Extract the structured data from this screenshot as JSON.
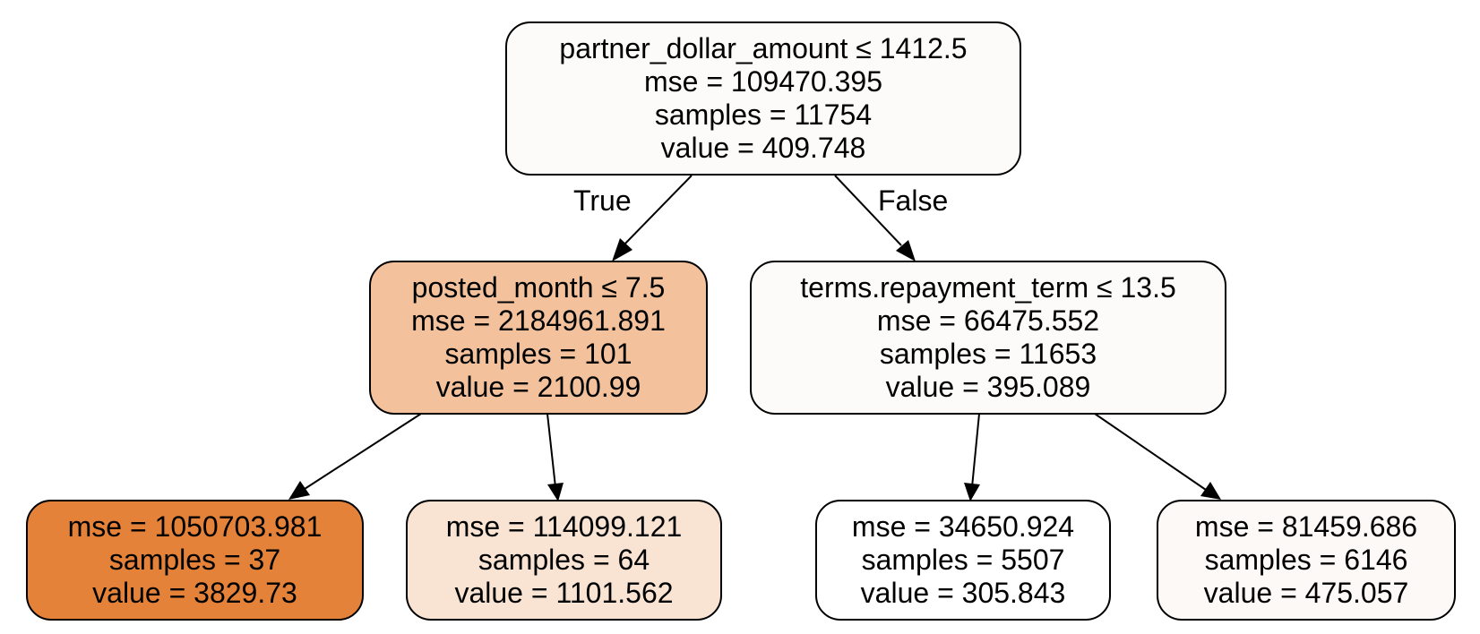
{
  "tree": {
    "nodes": {
      "root": {
        "split": "partner_dollar_amount ≤ 1412.5",
        "mse": "mse = 109470.395",
        "samples": "samples = 11754",
        "value": "value = 409.748",
        "fill": "#fdfbf9"
      },
      "left": {
        "split": "posted_month ≤ 7.5",
        "mse": "mse = 2184961.891",
        "samples": "samples = 101",
        "value": "value = 2100.99",
        "fill": "#f3c19c"
      },
      "right": {
        "split": "terms.repayment_term ≤ 13.5",
        "mse": "mse = 66475.552",
        "samples": "samples = 11653",
        "value": "value = 395.089",
        "fill": "#fdfbf9"
      },
      "ll": {
        "mse": "mse = 1050703.981",
        "samples": "samples = 37",
        "value": "value = 3829.73",
        "fill": "#e5823a"
      },
      "lr": {
        "mse": "mse = 114099.121",
        "samples": "samples = 64",
        "value": "value = 1101.562",
        "fill": "#f9e3d3"
      },
      "rl": {
        "mse": "mse = 34650.924",
        "samples": "samples = 5507",
        "value": "value = 305.843",
        "fill": "#ffffff"
      },
      "rr": {
        "mse": "mse = 81459.686",
        "samples": "samples = 6146",
        "value": "value = 475.057",
        "fill": "#fdf9f6"
      }
    },
    "edge_labels": {
      "true_label": "True",
      "false_label": "False"
    }
  }
}
